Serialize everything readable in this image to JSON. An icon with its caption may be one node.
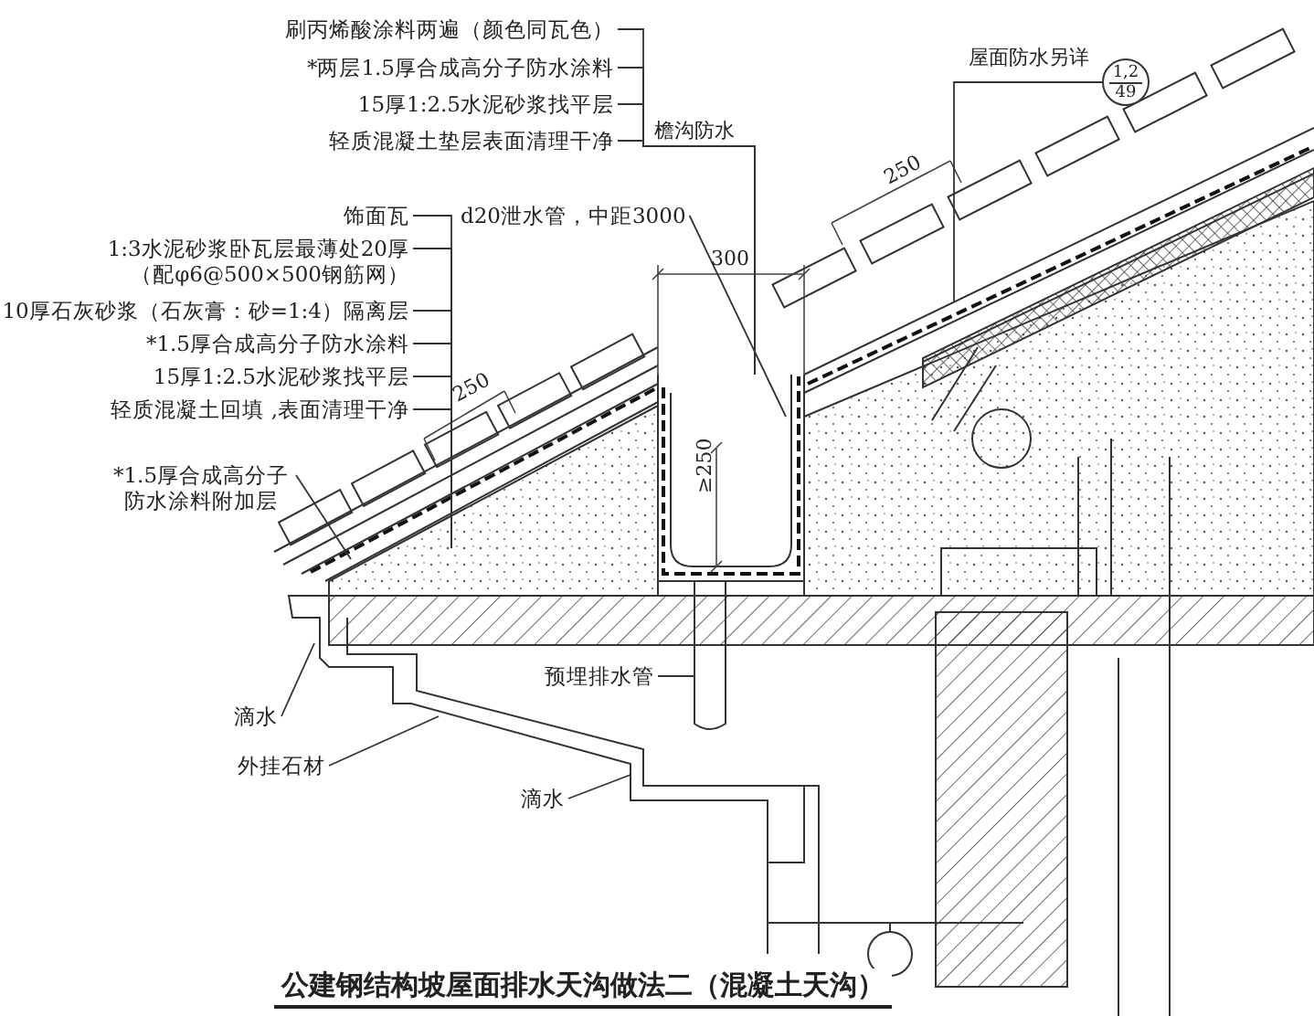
{
  "diagram": {
    "title": "公建钢结构坡屋面排水天沟做法二（混凝土天沟）",
    "nodes": [
      {
        "text": [
          "刷丙烯酸涂料两遍（颜色同瓦色）"
        ]
      },
      {
        "text": [
          "*两层1.5厚合成高分子防水涂料"
        ]
      },
      {
        "text": [
          "15厚1:2.5水泥砂浆找平层"
        ]
      },
      {
        "text": [
          "轻质混凝土垫层表面清理干净"
        ]
      },
      {
        "text": [
          "1,2",
          "49"
        ]
      },
      {
        "text": [
          "d20泄水管，中距3000"
        ]
      },
      {
        "text": [
          "饰面瓦"
        ]
      },
      {
        "text": [
          "1:3水泥砂浆卧瓦层最薄处20厚（配φ6@500×500钢筋网）"
        ]
      },
      {
        "text": [
          "10厚石灰砂浆（石灰膏：砂=1:4）隔离层"
        ]
      },
      {
        "text": [
          "*1.5厚合成高分子防水涂料"
        ]
      },
      {
        "text": [
          "15厚1:2.5水泥砂浆找平层"
        ]
      },
      {
        "text": [
          "轻质混凝土回填 ,表面清理干净"
        ]
      },
      {
        "text": [
          "*1.5厚合成高分子防水涂料附加层"
        ]
      },
      {
        "text": [
          "滴水"
        ]
      },
      {
        "text": [
          "外挂石材"
        ]
      },
      {
        "text": [
          "滴水"
        ]
      },
      {
        "text": [
          "预埋排水管"
        ]
      }
    ],
    "edges": [
      {
        "from": 0,
        "to": null,
        "arrow": "none"
      },
      {
        "from": 1,
        "to": null,
        "arrow": "none"
      },
      {
        "from": 2,
        "to": null,
        "arrow": "none"
      },
      {
        "from": 3,
        "to": null,
        "arrow": "none"
      },
      {
        "from": 4,
        "to": null,
        "arrow": "none"
      },
      {
        "from": 5,
        "to": null,
        "arrow": "none"
      },
      {
        "from": 6,
        "to": null,
        "arrow": "none"
      },
      {
        "from": 7,
        "to": null,
        "arrow": "none"
      },
      {
        "from": 8,
        "to": null,
        "arrow": "none"
      },
      {
        "from": 9,
        "to": null,
        "arrow": "none"
      },
      {
        "from": 10,
        "to": null,
        "arrow": "none"
      },
      {
        "from": 11,
        "to": null,
        "arrow": "none"
      },
      {
        "from": 12,
        "to": null,
        "arrow": "none"
      },
      {
        "from": 13,
        "to": null,
        "arrow": "none"
      },
      {
        "from": 14,
        "to": null,
        "arrow": "none"
      },
      {
        "from": 15,
        "to": null,
        "arrow": "none"
      },
      {
        "from": 16,
        "to": null,
        "arrow": "none"
      }
    ],
    "labels": [
      "檐沟防水",
      "屋面防水另详",
      "250",
      "300",
      "250",
      "≥250"
    ]
  }
}
